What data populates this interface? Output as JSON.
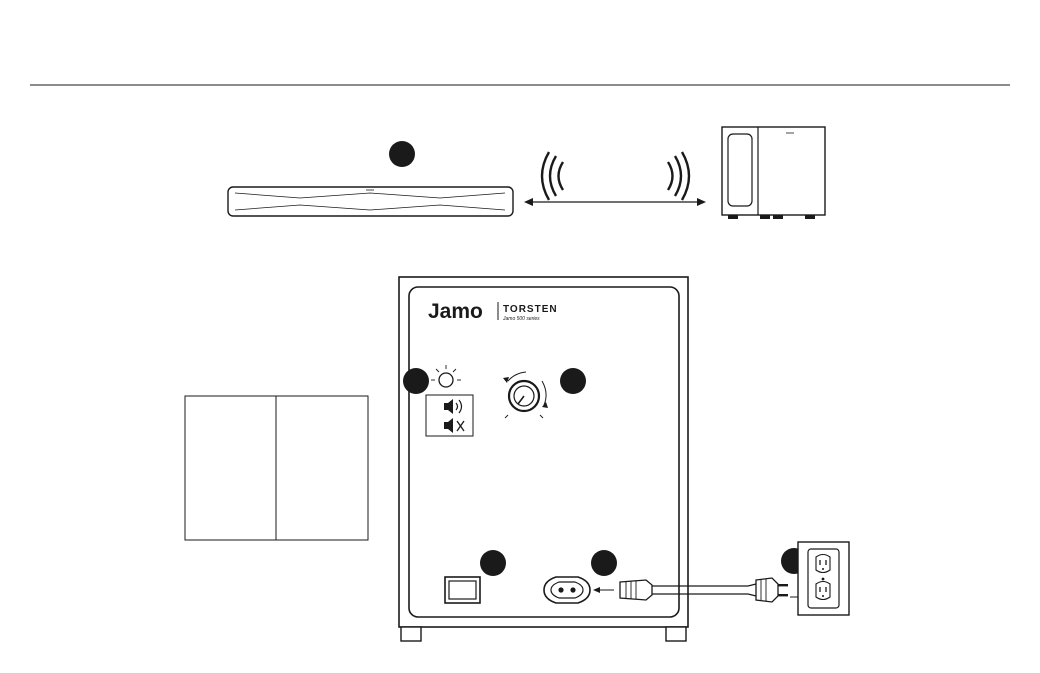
{
  "diagram": {
    "brand": {
      "logo": "Jamo",
      "model": "TORSTEN",
      "series": "Jamo 500 series"
    },
    "callouts": [
      "",
      "",
      "",
      "",
      "",
      ""
    ],
    "table": {
      "columns": 2,
      "rows": [
        [
          "",
          ""
        ]
      ]
    },
    "icons": {
      "wireless": "wireless-signal-icon",
      "speaker_on": "speaker-on-icon",
      "speaker_mute": "speaker-mute-icon",
      "led": "status-led-icon",
      "volume_knob": "volume-knob-icon",
      "power_switch": "power-switch-icon",
      "ac_socket": "ac-inlet-icon",
      "plug": "power-plug-icon",
      "outlet": "wall-outlet-icon"
    },
    "colors": {
      "stroke": "#1a1a1a",
      "callout_fill": "#1a1a1a",
      "background": "#ffffff"
    }
  }
}
